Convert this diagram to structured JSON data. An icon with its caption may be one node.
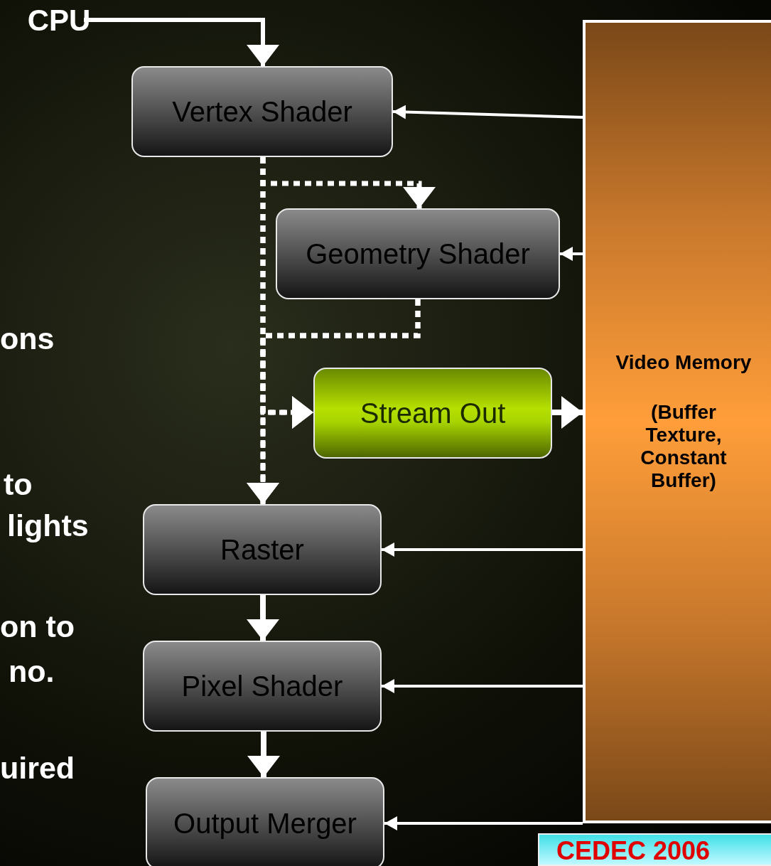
{
  "diagram": {
    "nodes": [
      {
        "text": [
          "CPU"
        ]
      },
      {
        "text": [
          "Vertex Shader"
        ]
      },
      {
        "text": [
          "Geometry Shader"
        ]
      },
      {
        "text": [
          "Stream Out"
        ]
      },
      {
        "text": [
          "Raster"
        ]
      },
      {
        "text": [
          "Pixel Shader"
        ]
      },
      {
        "text": [
          "Output Merger"
        ]
      },
      {
        "text": [
          "Video Memory",
          "(Buffer Texture, Constant Buffer)"
        ]
      }
    ],
    "edges": [
      {
        "from": 0,
        "to": 1,
        "arrow": "to"
      },
      {
        "from": 7,
        "to": 1,
        "arrow": "to"
      },
      {
        "from": 1,
        "to": 2,
        "arrow": "to",
        "style": "dashed"
      },
      {
        "from": 1,
        "to": 3,
        "arrow": "to",
        "style": "dashed"
      },
      {
        "from": 1,
        "to": 4,
        "arrow": "to",
        "style": "dashed"
      },
      {
        "from": 2,
        "to": 3,
        "arrow": "to",
        "style": "dashed"
      },
      {
        "from": 2,
        "to": 4,
        "arrow": "to",
        "style": "dashed"
      },
      {
        "from": 3,
        "to": 7,
        "arrow": "to"
      },
      {
        "from": 7,
        "to": 2,
        "arrow": "to"
      },
      {
        "from": 7,
        "to": 4,
        "arrow": "to"
      },
      {
        "from": 4,
        "to": 5,
        "arrow": "to"
      },
      {
        "from": 7,
        "to": 5,
        "arrow": "to"
      },
      {
        "from": 5,
        "to": 6,
        "arrow": "to"
      },
      {
        "from": 7,
        "to": 6,
        "arrow": "to"
      }
    ],
    "labels": [
      "ons",
      "to",
      "lights",
      "on to",
      "no.",
      "uired",
      "CEDEC 2006"
    ]
  }
}
